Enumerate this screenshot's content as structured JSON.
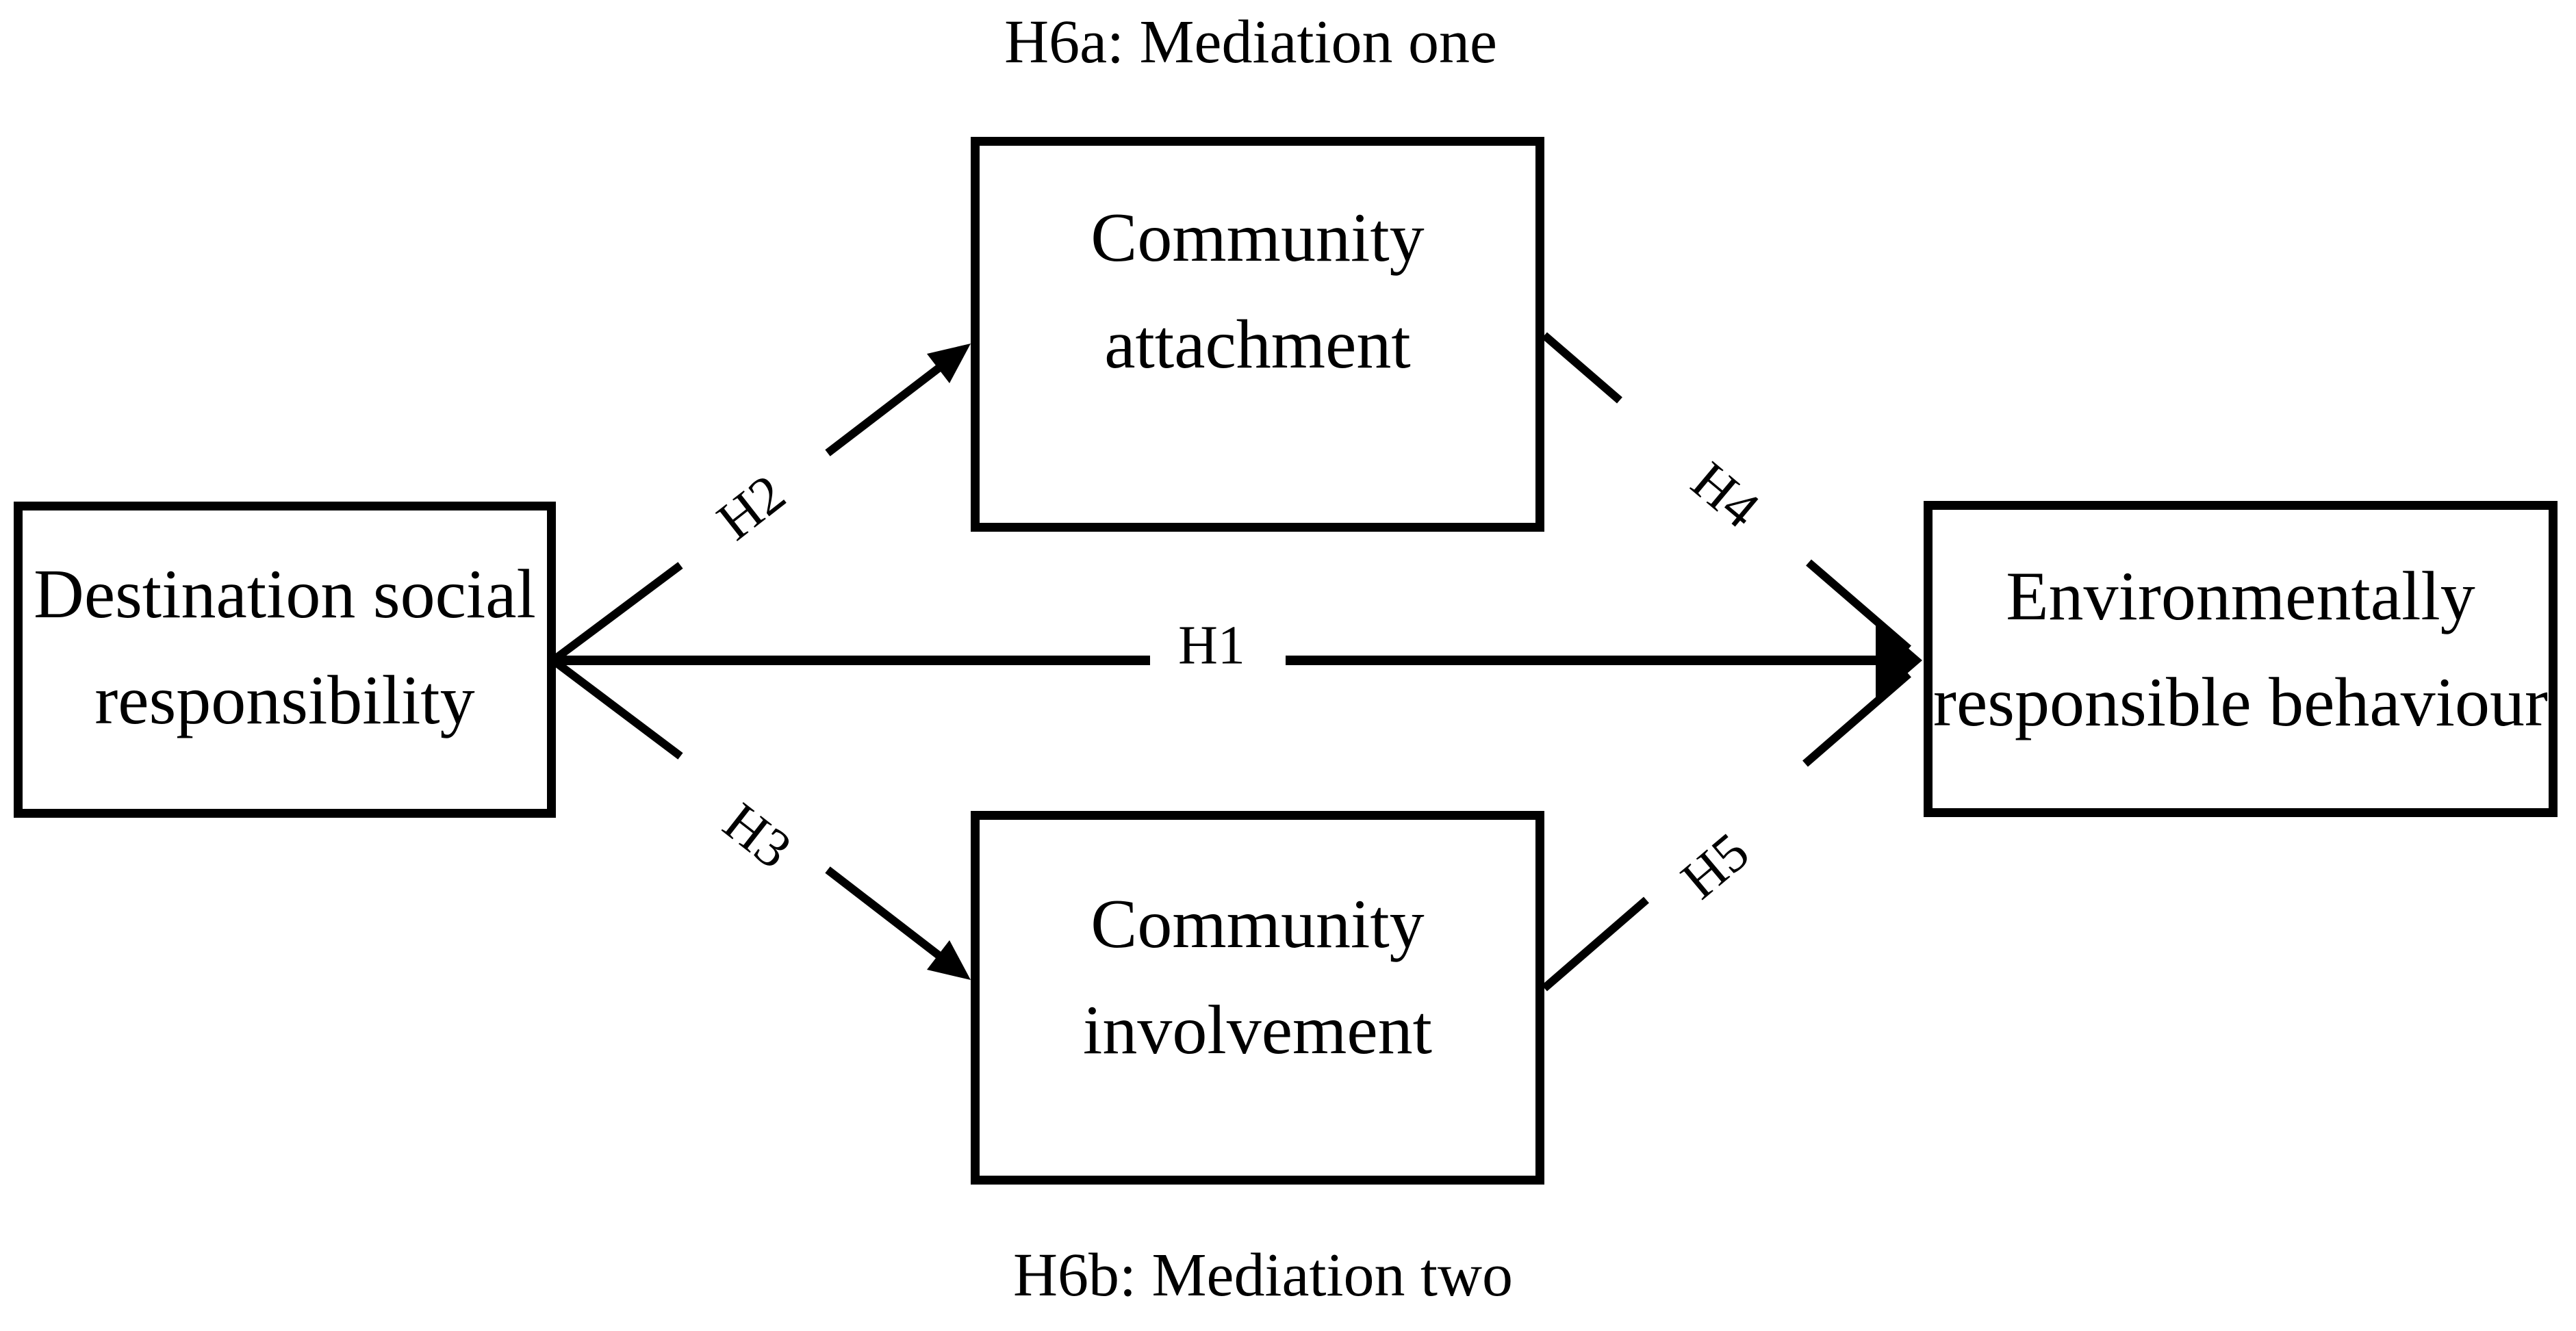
{
  "figure": {
    "background_color": "#ffffff",
    "line_color": "#000000",
    "text_color": "#000000",
    "annotation_top": "H6a: Mediation one",
    "annotation_bottom": "H6b: Mediation two",
    "nodes": {
      "dsr": {
        "label": "Destination social\nresponsibility"
      },
      "ca": {
        "label": "Community\nattachment"
      },
      "ci": {
        "label": "Community\ninvolvement"
      },
      "erb": {
        "label": "Environmentally\nresponsible behaviour"
      }
    },
    "paths": {
      "h1": {
        "label": "H1",
        "from": "dsr",
        "to": "erb"
      },
      "h2": {
        "label": "H2",
        "from": "dsr",
        "to": "ca"
      },
      "h3": {
        "label": "H3",
        "from": "dsr",
        "to": "ci"
      },
      "h4": {
        "label": "H4",
        "from": "ca",
        "to": "erb"
      },
      "h5": {
        "label": "H5",
        "from": "ci",
        "to": "erb"
      }
    }
  }
}
